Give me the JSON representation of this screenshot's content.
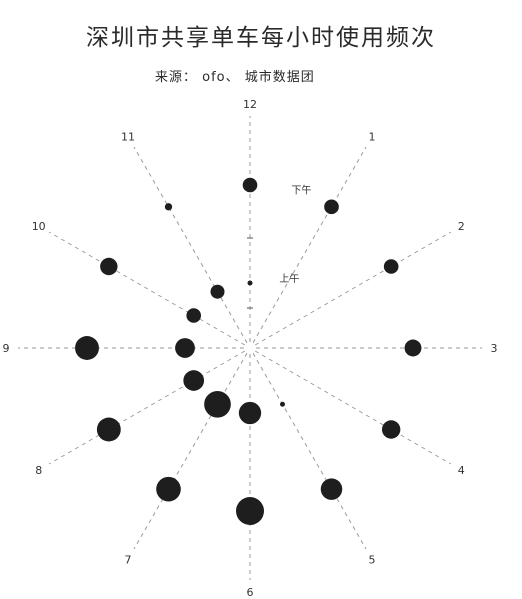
{
  "chart_data": {
    "type": "scatter",
    "title": "深圳市共享单车每小时使用频次",
    "subtitle": "来源： ofo、 城市数据团",
    "hour_labels": [
      "12",
      "1",
      "2",
      "3",
      "4",
      "5",
      "6",
      "7",
      "8",
      "9",
      "10",
      "11"
    ],
    "period_labels": {
      "am": "上午",
      "pm": "下午"
    },
    "am": {
      "hours": [
        0,
        1,
        2,
        3,
        4,
        5,
        6,
        7,
        8,
        9,
        10,
        11
      ],
      "values": [
        0.5,
        0,
        0,
        0,
        0,
        0.6,
        14,
        20,
        12,
        11,
        6,
        5.5
      ]
    },
    "pm": {
      "hours": [
        0,
        1,
        2,
        3,
        4,
        5,
        6,
        7,
        8,
        9,
        10,
        11
      ],
      "values": [
        6,
        6,
        6,
        8,
        9.5,
        13,
        22,
        17,
        16,
        16,
        8.5,
        1.5
      ]
    },
    "marker_size_encodes": "usage frequency"
  }
}
